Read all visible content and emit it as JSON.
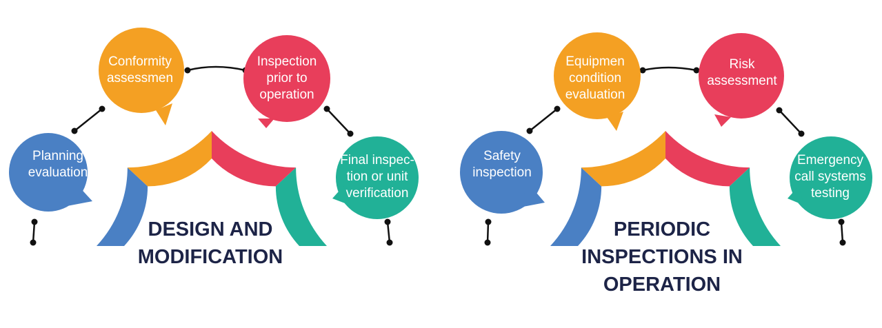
{
  "colors": {
    "blue": "#4a80c4",
    "orange": "#f4a023",
    "red": "#e83e5b",
    "teal": "#21b197",
    "connector": "#111111",
    "title": "#1d2447",
    "text": "#ffffff"
  },
  "diagrams": [
    {
      "title_lines": [
        "DESIGN AND",
        "MODIFICATION"
      ],
      "steps": [
        {
          "lines": [
            "Planning",
            "evaluation"
          ],
          "color": "blue"
        },
        {
          "lines": [
            "Conformity",
            "assessmen"
          ],
          "color": "orange"
        },
        {
          "lines": [
            "Inspection",
            "prior to",
            "operation"
          ],
          "color": "red"
        },
        {
          "lines": [
            "Final inspec-",
            "tion or unit",
            "verification"
          ],
          "color": "teal"
        }
      ]
    },
    {
      "title_lines": [
        "PERIODIC",
        "INSPECTIONS IN",
        "OPERATION"
      ],
      "steps": [
        {
          "lines": [
            "Safety",
            "inspection"
          ],
          "color": "blue"
        },
        {
          "lines": [
            "Equipmen",
            "condition",
            "evaluation"
          ],
          "color": "orange"
        },
        {
          "lines": [
            "Risk",
            "assessment"
          ],
          "color": "red"
        },
        {
          "lines": [
            "Emergency",
            "call systems",
            "testing"
          ],
          "color": "teal"
        }
      ]
    }
  ]
}
